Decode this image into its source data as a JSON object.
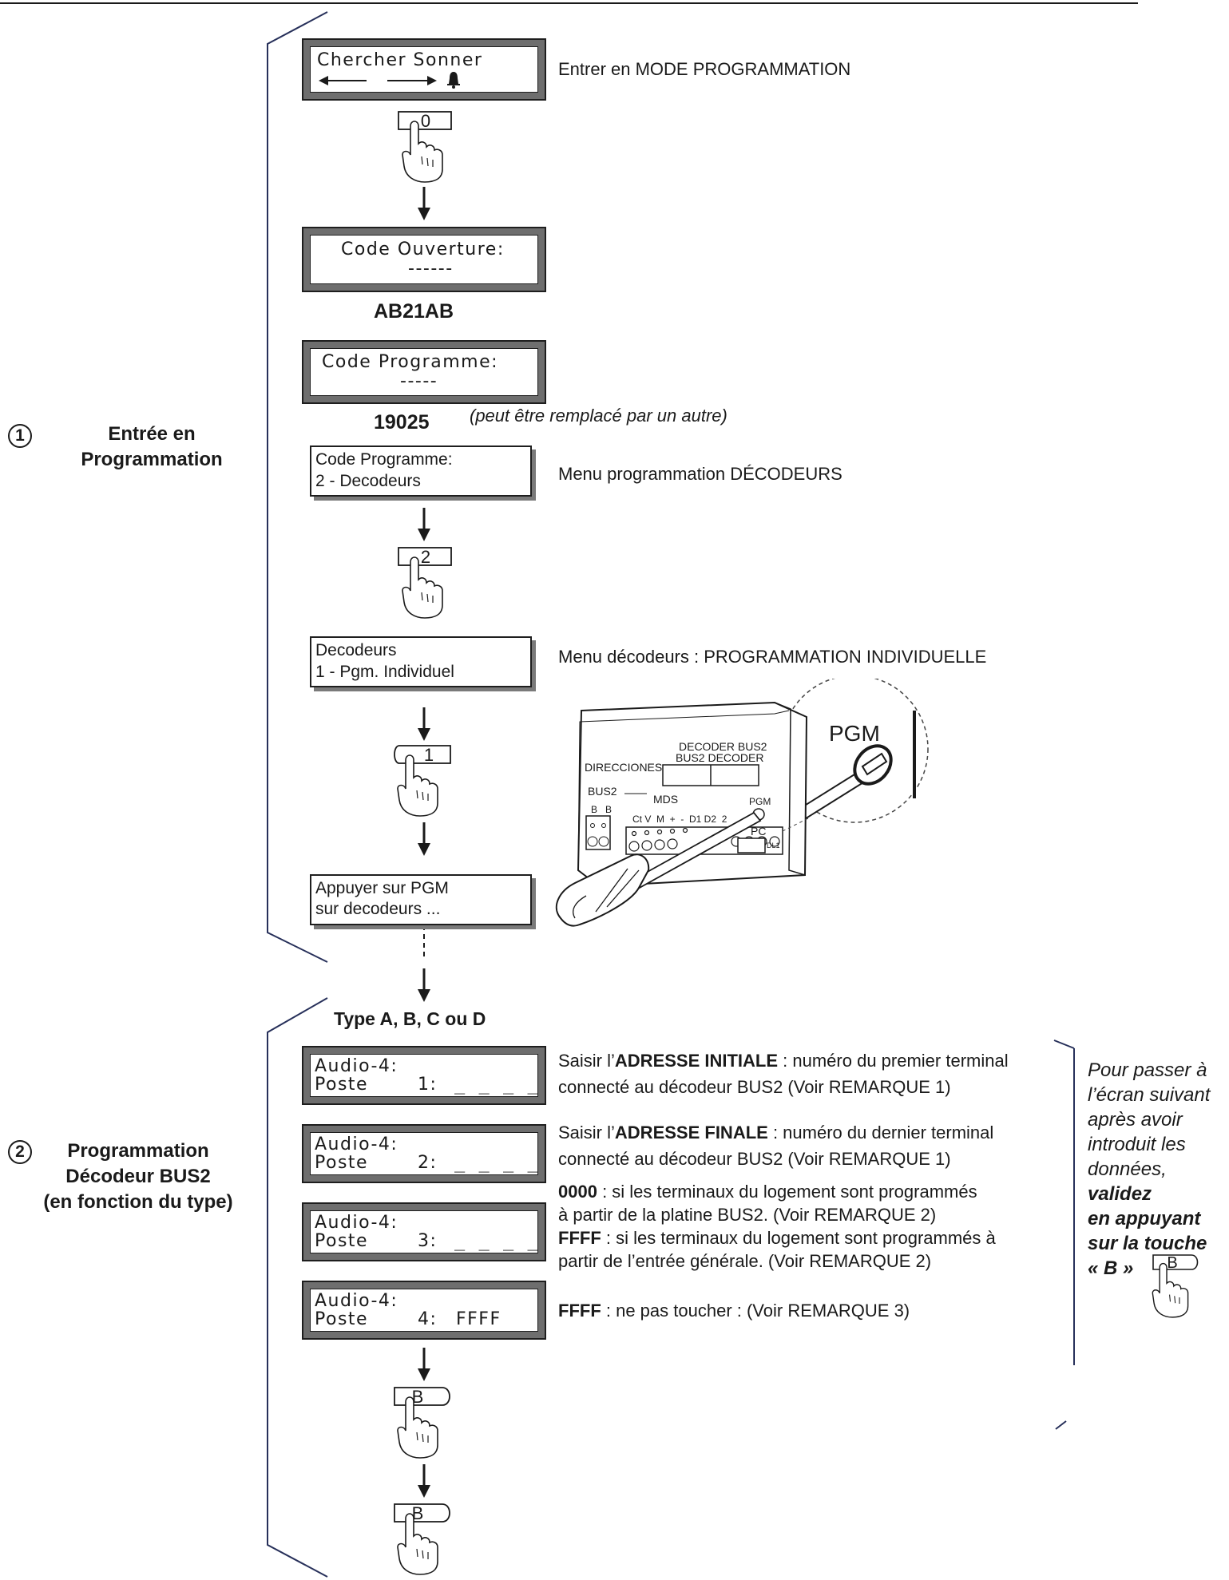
{
  "section1": {
    "number": "1",
    "title_line1": "Entrée en",
    "title_line2": "Programmation"
  },
  "section2": {
    "number": "2",
    "title_line1": "Programmation",
    "title_line2": "Décodeur BUS2",
    "title_line3": "(en fonction du type)"
  },
  "display_search": {
    "line1": "Chercher Sonner"
  },
  "desc_enter": "Entrer en MODE PROGRAMMATION",
  "key_0": "0",
  "display_open_code": {
    "line1": "Code Ouverture:",
    "line2": "------"
  },
  "open_code_value": "AB21AB",
  "display_prog_code": {
    "line1": "Code Programme:",
    "line2": "-----"
  },
  "prog_code_value": "19025",
  "prog_code_note": "(peut être remplacé par un autre)",
  "display_menu_decoders": {
    "line1": "Code Programme:",
    "line2": "2 - Decodeurs"
  },
  "desc_menu_decoders": "Menu programmation DÉCODEURS",
  "key_2": "2",
  "display_individual": {
    "line1": "Decodeurs",
    "line2": "1 - Pgm. Individuel"
  },
  "desc_individual": "Menu décodeurs : PROGRAMMATION INDIVIDUELLE",
  "key_1": "1",
  "display_press_pgm": {
    "line1": "Appuyer sur PGM",
    "line2": "sur decodeurs ..."
  },
  "decoder_illustration": {
    "pgm_zoom": "PGM",
    "title1": "DECODER BUS2",
    "title2": "BUS2 DECODER",
    "direcciones": "DIRECCIONES",
    "bus2": "BUS2",
    "mds": "MDS",
    "bb": "B   B",
    "pins": "Ct V  M  +  -  D1 D2  2",
    "pgm": "PGM",
    "pc": "PC",
    "dl1": "DL1"
  },
  "type_label": "Type A, B, C ou D",
  "audio_displays": [
    {
      "line1": "Audio-4:",
      "line2": "Poste",
      "idx": "1:",
      "value": "_ _ _ _"
    },
    {
      "line1": "Audio-4:",
      "line2": "Poste",
      "idx": "2:",
      "value": "_ _ _ _"
    },
    {
      "line1": "Audio-4:",
      "line2": "Poste",
      "idx": "3:",
      "value": "_ _ _ _"
    },
    {
      "line1": "Audio-4:",
      "line2": "Poste",
      "idx": "4:",
      "value": "FFFF"
    }
  ],
  "desc1": {
    "prefix": "Saisir l’",
    "bold": "ADRESSE INITIALE",
    "rest": " : numéro du premier terminal",
    "line2": "connecté au décodeur BUS2 (Voir REMARQUE 1)"
  },
  "desc2": {
    "prefix": "Saisir l’",
    "bold": "ADRESSE FINALE",
    "rest": " : numéro du dernier terminal",
    "line2": "connecté au décodeur BUS2 (Voir REMARQUE 1)"
  },
  "desc3": {
    "bold1": "0000",
    "rest1": " : si les terminaux du logement sont programmés",
    "line2": "à partir de la platine BUS2. (Voir REMARQUE 2)",
    "bold3": "FFFF",
    "rest3": " : si les terminaux du logement sont programmés à",
    "line4": "partir de l’entrée générale. (Voir REMARQUE 2)"
  },
  "desc4": {
    "bold": "FFFF",
    "rest": " : ne pas toucher : (Voir REMARQUE 3)"
  },
  "side_note": {
    "l1": "Pour passer à",
    "l2": "l’écran suivant",
    "l3": "après avoir",
    "l4": "introduit les",
    "l5": "données,",
    "l6": "validez",
    "l7": "en appuyant",
    "l8": "sur la touche",
    "l9": "« B »"
  },
  "key_b": "B"
}
